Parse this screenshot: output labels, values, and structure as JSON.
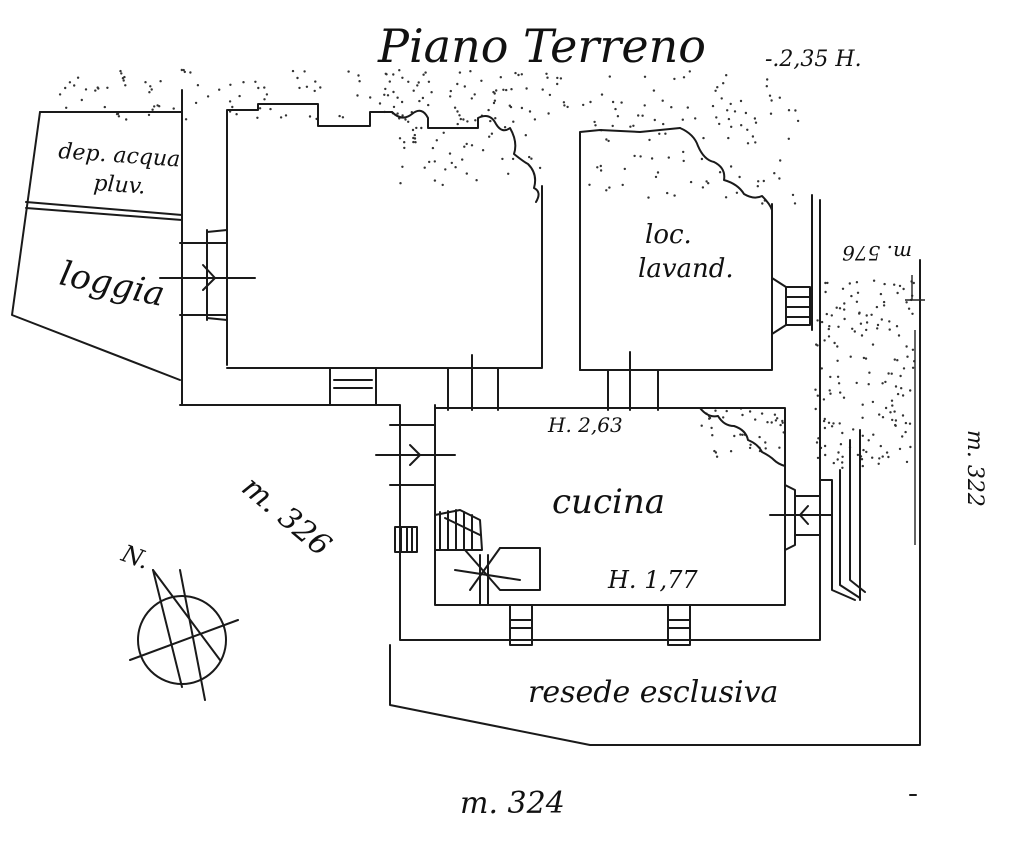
{
  "title": "Piano Terreno",
  "title_height": "-.2,35 H.",
  "labels": {
    "dep_acqua_line1": "dep. acqua",
    "dep_acqua_line2": "pluv.",
    "loggia": "loggia",
    "loc_line1": "loc.",
    "loc_line2": "lavand.",
    "m576": "m. 576",
    "m326": "m. 326",
    "m322": "m. 322",
    "h263": "H. 2,63",
    "cucina": "cucina",
    "h177": "H. 1,77",
    "resede": "resede esclusiva",
    "m324": "m. 324",
    "north": "N."
  }
}
